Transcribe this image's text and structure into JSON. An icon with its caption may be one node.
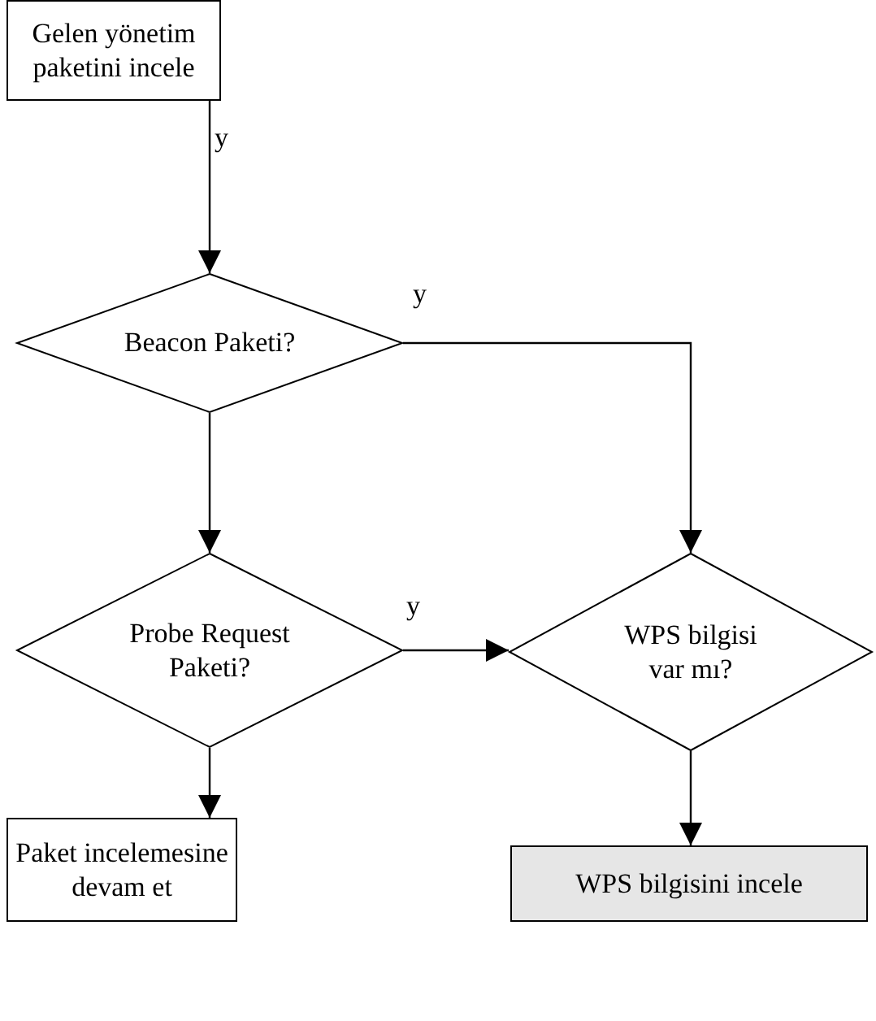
{
  "diagram": {
    "nodes": [
      {
        "text": [
          "Gelen yönetim paketini incele"
        ]
      },
      {
        "text": [
          "Beacon Paketi?"
        ]
      },
      {
        "text": [
          "Probe Request Paketi?"
        ]
      },
      {
        "text": [
          "WPS bilgisi var mı?"
        ]
      },
      {
        "text": [
          "Paket incelemesine devam et"
        ]
      },
      {
        "text": [
          "WPS bilgisini incele"
        ]
      }
    ],
    "edges": [
      {
        "from": 0,
        "to": 1,
        "arrow": "to",
        "label": "y"
      },
      {
        "from": 1,
        "to": 3,
        "arrow": "to",
        "label": "y"
      },
      {
        "from": 1,
        "to": 2,
        "arrow": "to"
      },
      {
        "from": 2,
        "to": 3,
        "arrow": "to",
        "label": "y"
      },
      {
        "from": 2,
        "to": 4,
        "arrow": "to"
      },
      {
        "from": 3,
        "to": 5,
        "arrow": "to"
      }
    ]
  }
}
